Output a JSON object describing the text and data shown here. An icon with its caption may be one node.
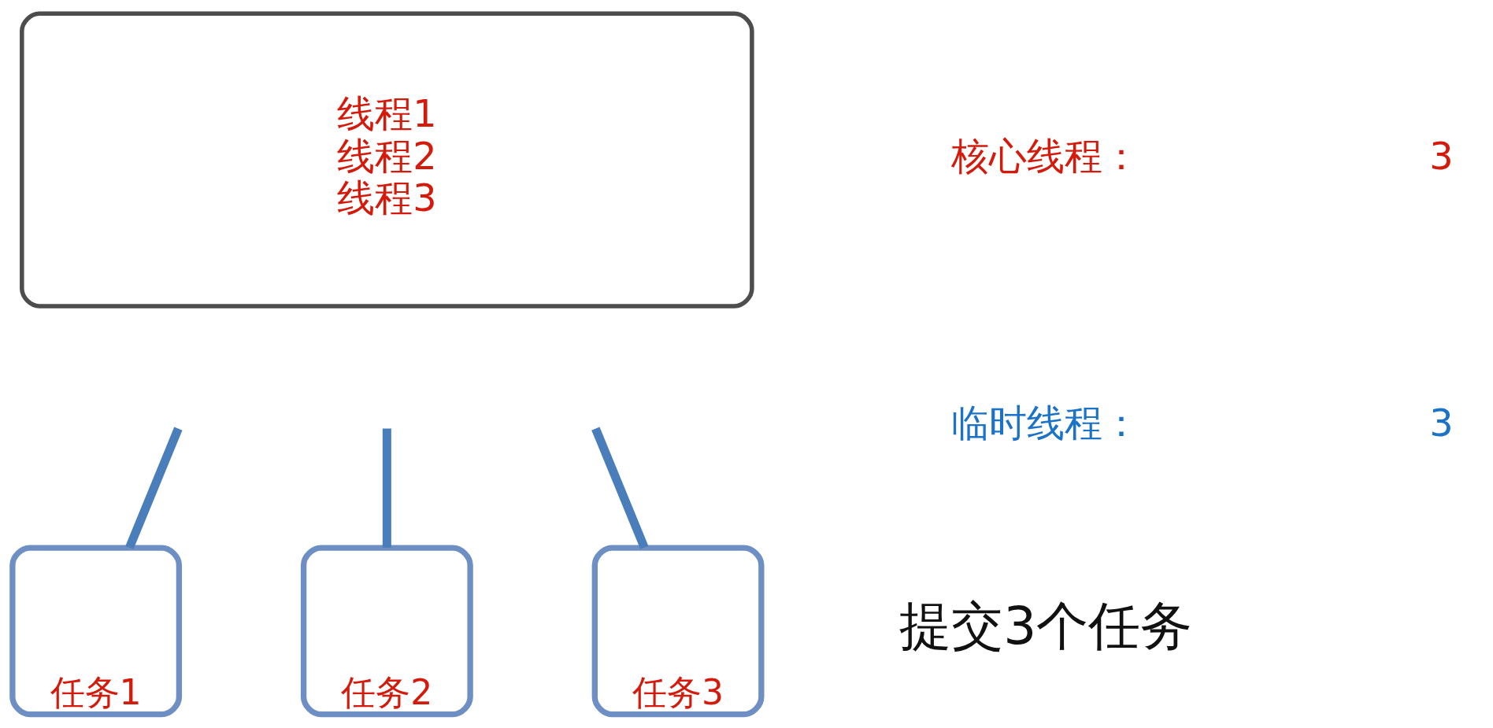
{
  "diagram": {
    "nodes": [
      {
        "text": [
          "线程1",
          "线程2",
          "线程3"
        ]
      },
      {
        "text": [
          "任务1"
        ]
      },
      {
        "text": [
          "任务2"
        ]
      },
      {
        "text": [
          "任务3"
        ]
      }
    ],
    "edges": [
      {
        "from": null,
        "to": 1,
        "arrow": "none"
      },
      {
        "from": null,
        "to": 2,
        "arrow": "none"
      },
      {
        "from": null,
        "to": 3,
        "arrow": "none"
      }
    ],
    "labels": [
      "核心线程：",
      "3",
      "临时线程：",
      "3",
      "提交3个任务"
    ]
  }
}
